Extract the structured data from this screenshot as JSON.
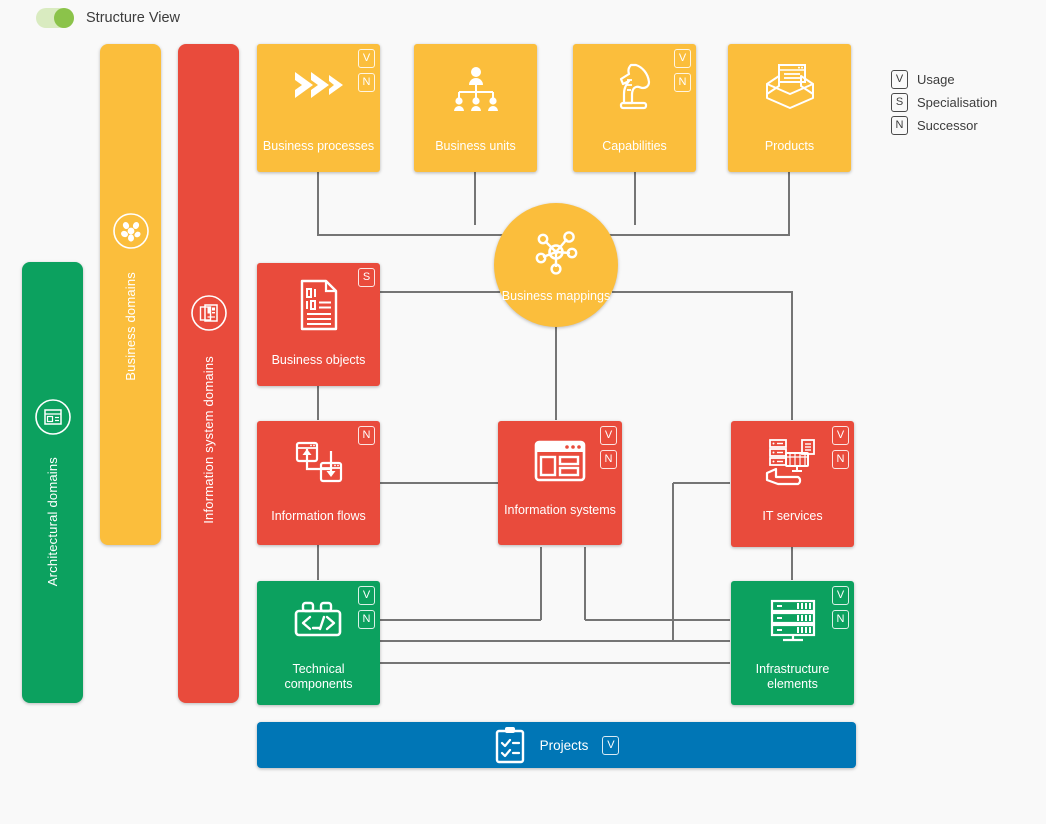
{
  "header": {
    "toggle_label": "Structure View",
    "toggle_state": "on",
    "toggle_icon": "toggle-switch-on-icon"
  },
  "legend": {
    "items": [
      {
        "code": "V",
        "label": "Usage"
      },
      {
        "code": "S",
        "label": "Specialisation"
      },
      {
        "code": "N",
        "label": "Successor"
      }
    ]
  },
  "colors": {
    "yellow": "#FBBE3C",
    "red": "#E94B3C",
    "green": "#0CA15F",
    "blue": "#0076B6",
    "line": "#757575",
    "background": "#F9F9F9"
  },
  "columns": [
    {
      "id": "architectural-domains",
      "label": "Architectural domains",
      "color": "#0CA15F",
      "icon": "architecture-circle-icon"
    },
    {
      "id": "business-domains",
      "label": "Business domains",
      "color": "#FBBE3C",
      "icon": "cells-circle-icon"
    },
    {
      "id": "information-system-domains",
      "label": "Information system domains",
      "color": "#E94B3C",
      "icon": "systems-circle-icon"
    }
  ],
  "nodes": [
    {
      "id": "business-processes",
      "label": "Business processes",
      "color": "#FBBE3C",
      "icon": "chevrons-icon",
      "flags": [
        "V",
        "N"
      ]
    },
    {
      "id": "business-units",
      "label": "Business units",
      "color": "#FBBE3C",
      "icon": "org-chart-icon",
      "flags": []
    },
    {
      "id": "capabilities",
      "label": "Capabilities",
      "color": "#FBBE3C",
      "icon": "chess-knight-icon",
      "flags": [
        "V",
        "N"
      ]
    },
    {
      "id": "products",
      "label": "Products",
      "color": "#FBBE3C",
      "icon": "open-box-icon",
      "flags": []
    },
    {
      "id": "business-mappings",
      "label": "Business mappings",
      "color": "#FBBE3C",
      "icon": "network-hub-icon",
      "flags": []
    },
    {
      "id": "business-objects",
      "label": "Business objects",
      "color": "#E94B3C",
      "icon": "binary-document-icon",
      "flags": [
        "S"
      ]
    },
    {
      "id": "information-flows",
      "label": "Information flows",
      "color": "#E94B3C",
      "icon": "data-flow-icon",
      "flags": [
        "N"
      ]
    },
    {
      "id": "information-systems",
      "label": "Information systems",
      "color": "#E94B3C",
      "icon": "app-window-icon",
      "flags": [
        "V",
        "N"
      ]
    },
    {
      "id": "it-services",
      "label": "IT services",
      "color": "#E94B3C",
      "icon": "service-hand-icon",
      "flags": [
        "V",
        "N"
      ]
    },
    {
      "id": "technical-components",
      "label": "Technical components",
      "color": "#0CA15F",
      "icon": "code-brick-icon",
      "flags": [
        "V",
        "N"
      ]
    },
    {
      "id": "infrastructure-elements",
      "label": "Infrastructure elements",
      "color": "#0CA15F",
      "icon": "server-rack-icon",
      "flags": [
        "V",
        "N"
      ]
    },
    {
      "id": "projects",
      "label": "Projects",
      "color": "#0076B6",
      "icon": "clipboard-check-icon",
      "flags": [
        "V"
      ]
    }
  ]
}
